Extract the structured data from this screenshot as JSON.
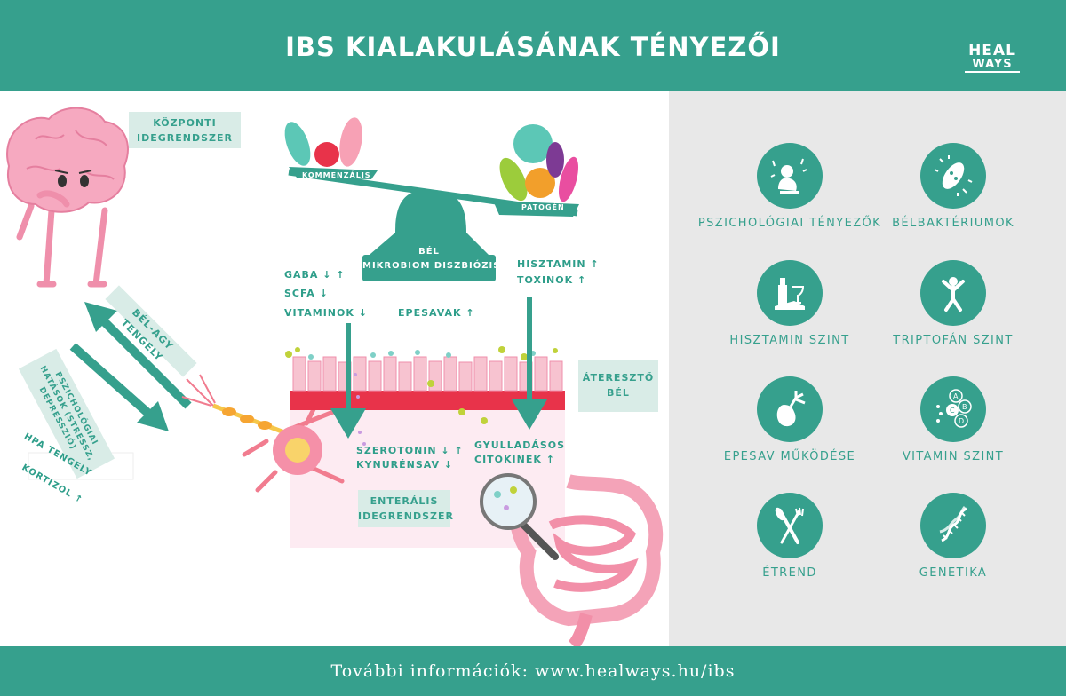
{
  "header": {
    "title": "IBS KIALAKULÁSÁNAK TÉNYEZŐI",
    "logo_top": "HEAL",
    "logo_bottom": "WAYS"
  },
  "footer": {
    "text": "További információk: www.healways.hu/ibs"
  },
  "diagram": {
    "kozponti": "KÖZPONTI IDEGRENDSZER",
    "bel_agy": "BÉL-AGY TENGELY",
    "pszich": "PSZICHOLÓGIAI HATÁSOK (STRESSZ, DEPRESSZIÓ)",
    "hpa": "HPA TENGELY",
    "kortizol": "KORTIZOL ↑",
    "kommenzalis": "KOMMENZÁLIS",
    "patogen": "PATOGÉN",
    "bel_mikrobiom_1": "BÉL",
    "bel_mikrobiom_2": "MIKROBIOM DISZBIÓZIS",
    "gaba": "GABA ↓ ↑",
    "scfa": "SCFA ↓",
    "vitaminok": "VITAMINOK ↓",
    "epesavak": "EPESAVAK ↑",
    "hisztamin": "HISZTAMIN ↑",
    "toxinok": "TOXINOK ↑",
    "ateereszto": "ÁTERESZTŐ BÉL",
    "szerotonin": "SZEROTONIN ↓ ↑",
    "kynurensav": "KYNURÉNSAV ↓",
    "gyulladasos": "GYULLADÁSOS",
    "citokinek": "CITOKINEK ↑",
    "enteralis": "ENTERÁLIS IDEGRENDSZER"
  },
  "factors": [
    {
      "label": "PSZICHOLÓGIAI TÉNYEZŐK",
      "icon": "stressed-person-icon"
    },
    {
      "label": "BÉLBAKTÉRIUMOK",
      "icon": "bacterium-icon"
    },
    {
      "label": "HISZTAMIN SZINT",
      "icon": "wine-cheese-icon"
    },
    {
      "label": "TRIPTOFÁN SZINT",
      "icon": "happy-person-icon"
    },
    {
      "label": "EPESAV MŰKÖDÉSE",
      "icon": "gallbladder-icon"
    },
    {
      "label": "VITAMIN SZINT",
      "icon": "vitamin-icon"
    },
    {
      "label": "ÉTREND",
      "icon": "cutlery-icon"
    },
    {
      "label": "GENETIKA",
      "icon": "dna-icon"
    }
  ],
  "colors": {
    "teal": "#36a08d",
    "pale_teal": "#d9ece7",
    "panel_gray": "#e8e8e8",
    "pink": "#f4a3b8"
  }
}
